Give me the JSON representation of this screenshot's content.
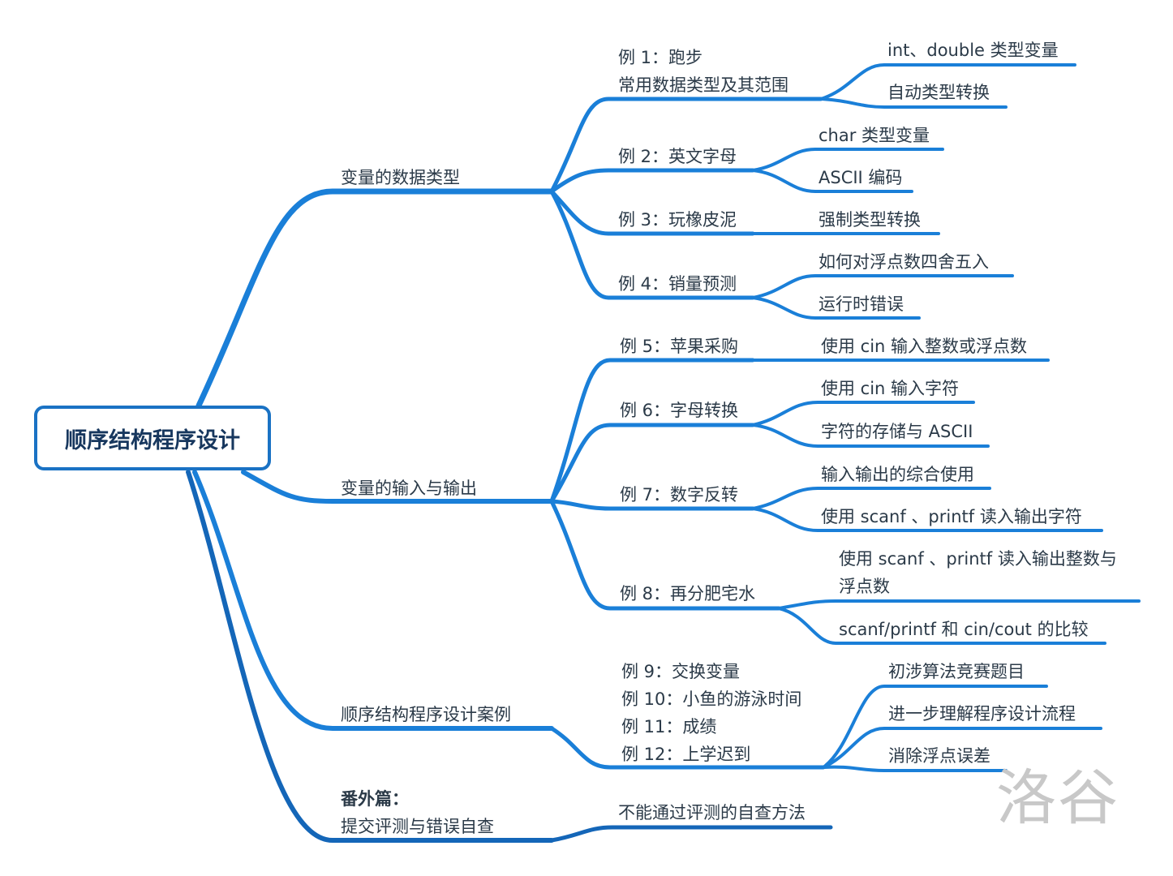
{
  "root": {
    "label": "顺序结构程序设计"
  },
  "watermark": "洛谷",
  "colors": {
    "branch": "#1a7fd8",
    "branch_dark": "#1466b8",
    "text": "#2b3a48",
    "root_text": "#17375e"
  },
  "branches": [
    {
      "label": "变量的数据类型",
      "examples": [
        {
          "lines": [
            "例 1：跑步",
            "常用数据类型及其范围"
          ],
          "leaves": [
            "int、double 类型变量",
            "自动类型转换"
          ]
        },
        {
          "lines": [
            "例 2：英文字母"
          ],
          "leaves": [
            "char 类型变量",
            "ASCII 编码"
          ]
        },
        {
          "lines": [
            "例 3：玩橡皮泥"
          ],
          "leaves": [
            "强制类型转换"
          ]
        },
        {
          "lines": [
            "例 4：销量预测"
          ],
          "leaves": [
            "如何对浮点数四舍五入",
            "运行时错误"
          ]
        }
      ]
    },
    {
      "label": "变量的输入与输出",
      "examples": [
        {
          "lines": [
            "例 5：苹果采购"
          ],
          "leaves": [
            "使用 cin 输入整数或浮点数"
          ]
        },
        {
          "lines": [
            "例 6：字母转换"
          ],
          "leaves": [
            "使用 cin 输入字符",
            "字符的存储与 ASCII"
          ]
        },
        {
          "lines": [
            "例 7：数字反转"
          ],
          "leaves": [
            "输入输出的综合使用",
            "使用 scanf 、printf 读入输出字符"
          ]
        },
        {
          "lines": [
            "例 8：再分肥宅水"
          ],
          "leaves": [
            "使用 scanf 、printf 读入输出整数与",
            "浮点数",
            "scanf/printf 和 cin/cout 的比较"
          ]
        }
      ]
    },
    {
      "label": "顺序结构程序设计案例",
      "examples": [
        {
          "lines": [
            "例 9：交换变量",
            "例 10：小鱼的游泳时间",
            "例 11：成绩",
            "例 12：上学迟到"
          ],
          "leaves": [
            "初涉算法竞赛题目",
            "进一步理解程序设计流程",
            "消除浮点误差"
          ]
        }
      ]
    },
    {
      "label_lines": [
        "番外篇：",
        "提交评测与错误自查"
      ],
      "examples": [
        {
          "lines": [],
          "leaves": [
            "不能通过评测的自查方法"
          ]
        }
      ]
    }
  ]
}
